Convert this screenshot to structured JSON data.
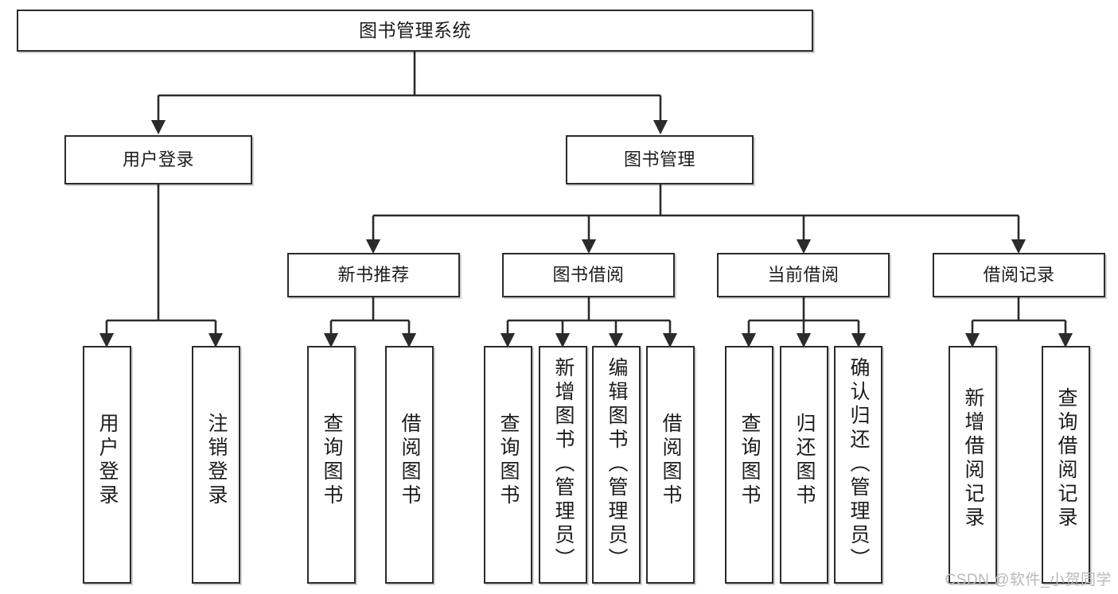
{
  "diagram": {
    "type": "tree-hierarchy-chart",
    "title": "图书管理系统",
    "watermark": "CSDN @软件_小贺同学",
    "colors": {
      "stroke": "#2b2b2b",
      "fill": "#ffffff",
      "text": "#1c1c1c",
      "watermark": "#b9b9b9"
    },
    "levels": {
      "root": {
        "label": "图书管理系统"
      },
      "level2": [
        {
          "label": "用户登录"
        },
        {
          "label": "图书管理"
        }
      ],
      "level3": [
        {
          "label": "新书推荐",
          "parent": "图书管理"
        },
        {
          "label": "图书借阅",
          "parent": "图书管理"
        },
        {
          "label": "当前借阅",
          "parent": "图书管理"
        },
        {
          "label": "借阅记录",
          "parent": "图书管理"
        }
      ],
      "leaves": [
        {
          "label": "用户登录",
          "parent": "用户登录"
        },
        {
          "label": "注销登录",
          "parent": "用户登录"
        },
        {
          "label": "查询图书",
          "parent": "新书推荐"
        },
        {
          "label": "借阅图书",
          "parent": "新书推荐"
        },
        {
          "label": "查询图书",
          "parent": "图书借阅"
        },
        {
          "label": "新增图书（管理员）",
          "parent": "图书借阅"
        },
        {
          "label": "编辑图书（管理员）",
          "parent": "图书借阅"
        },
        {
          "label": "借阅图书",
          "parent": "图书借阅"
        },
        {
          "label": "查询图书",
          "parent": "当前借阅"
        },
        {
          "label": "归还图书",
          "parent": "当前借阅"
        },
        {
          "label": "确认归还（管理员）",
          "parent": "当前借阅"
        },
        {
          "label": "新增借阅记录",
          "parent": "借阅记录"
        },
        {
          "label": "查询借阅记录",
          "parent": "借阅记录"
        }
      ]
    }
  }
}
